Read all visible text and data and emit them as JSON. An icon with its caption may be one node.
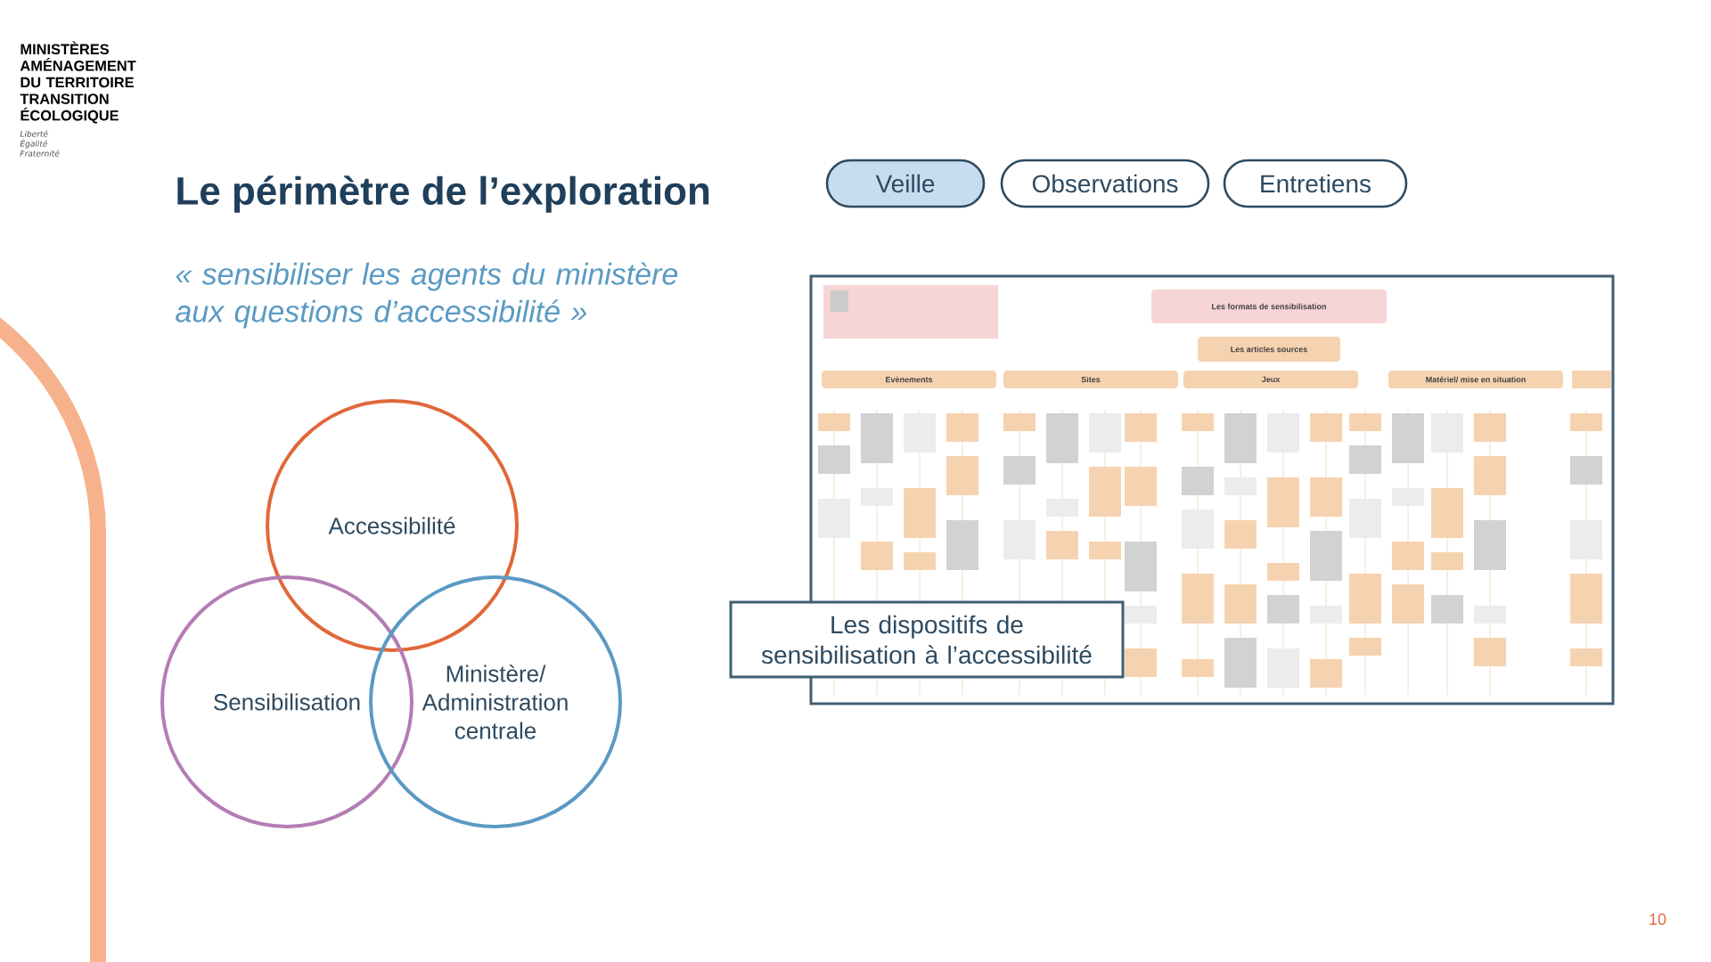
{
  "diagram": {
    "title": "Le périmètre de l’exploration",
    "nodes": [
      {
        "text": [
          "Veille"
        ]
      },
      {
        "text": [
          "Observations"
        ]
      },
      {
        "text": [
          "Entretiens"
        ]
      },
      {
        "text": [
          "Accessibilité"
        ]
      },
      {
        "text": [
          "Sensibilisation"
        ]
      },
      {
        "text": [
          "Ministère/ Administration centrale"
        ]
      },
      {
        "text": [],
        "shape": "picture"
      },
      {
        "text": [
          "Les formats de sensibilisation"
        ],
        "in": 6
      },
      {
        "text": [
          "Les articles sources"
        ],
        "in": 6
      },
      {
        "text": [
          "Evènements"
        ],
        "in": 6
      },
      {
        "text": [
          "Sites"
        ],
        "in": 6
      },
      {
        "text": [
          "Jeux"
        ],
        "in": 6
      },
      {
        "text": [
          "Matériel/ mise en situation"
        ],
        "in": 6
      },
      {
        "text": [
          "Les dispositifs de sensibilisation à l’accessibilité"
        ]
      }
    ],
    "edges": [],
    "labels": [
      "MINISTÈRES AMÉNAGEMENT DU TERRITOIRE TRANSITION ÉCOLOGIQUE",
      "Liberté Égalité Fraternité",
      "« sensibiliser les agents du ministère aux questions d’accessibilité »",
      "10"
    ]
  }
}
